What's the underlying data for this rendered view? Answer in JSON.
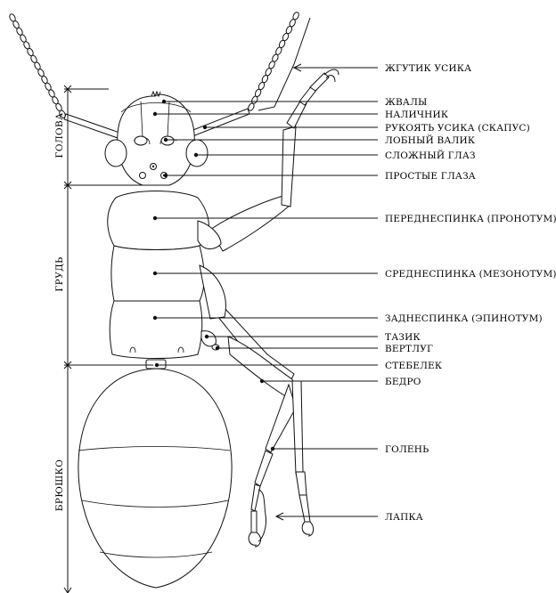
{
  "sections": {
    "head": "ГОЛОВА",
    "thorax": "ГРУДЬ",
    "abdomen": "БРЮШКО"
  },
  "labels": {
    "flagellum": "ЖГУТИК УСИКА",
    "mandibles": "ЖВАЛЫ",
    "clypeus": "НАЛИЧНИК",
    "scape": "РУКОЯТЬ УСИКА (СКАПУС)",
    "frontal_carina": "ЛОБНЫЙ ВАЛИК",
    "compound_eye": "СЛОЖНЫЙ ГЛАЗ",
    "ocelli": "ПРОСТЫЕ ГЛАЗА",
    "pronotum": "ПЕРЕДНЕСПИНКА (ПРОНОТУМ)",
    "mesonotum": "СРЕДНЕСПИНКА (МЕЗОНОТУМ)",
    "epinotum": "ЗАДНЕСПИНКА (ЭПИНОТУМ)",
    "coxa": "ТАЗИК",
    "trochanter": "ВЕРТЛУГ",
    "petiole": "СТЕБЕЛЕК",
    "femur": "БЕДРО",
    "tibia": "ГОЛЕНЬ",
    "tarsus": "ЛАПКА"
  }
}
